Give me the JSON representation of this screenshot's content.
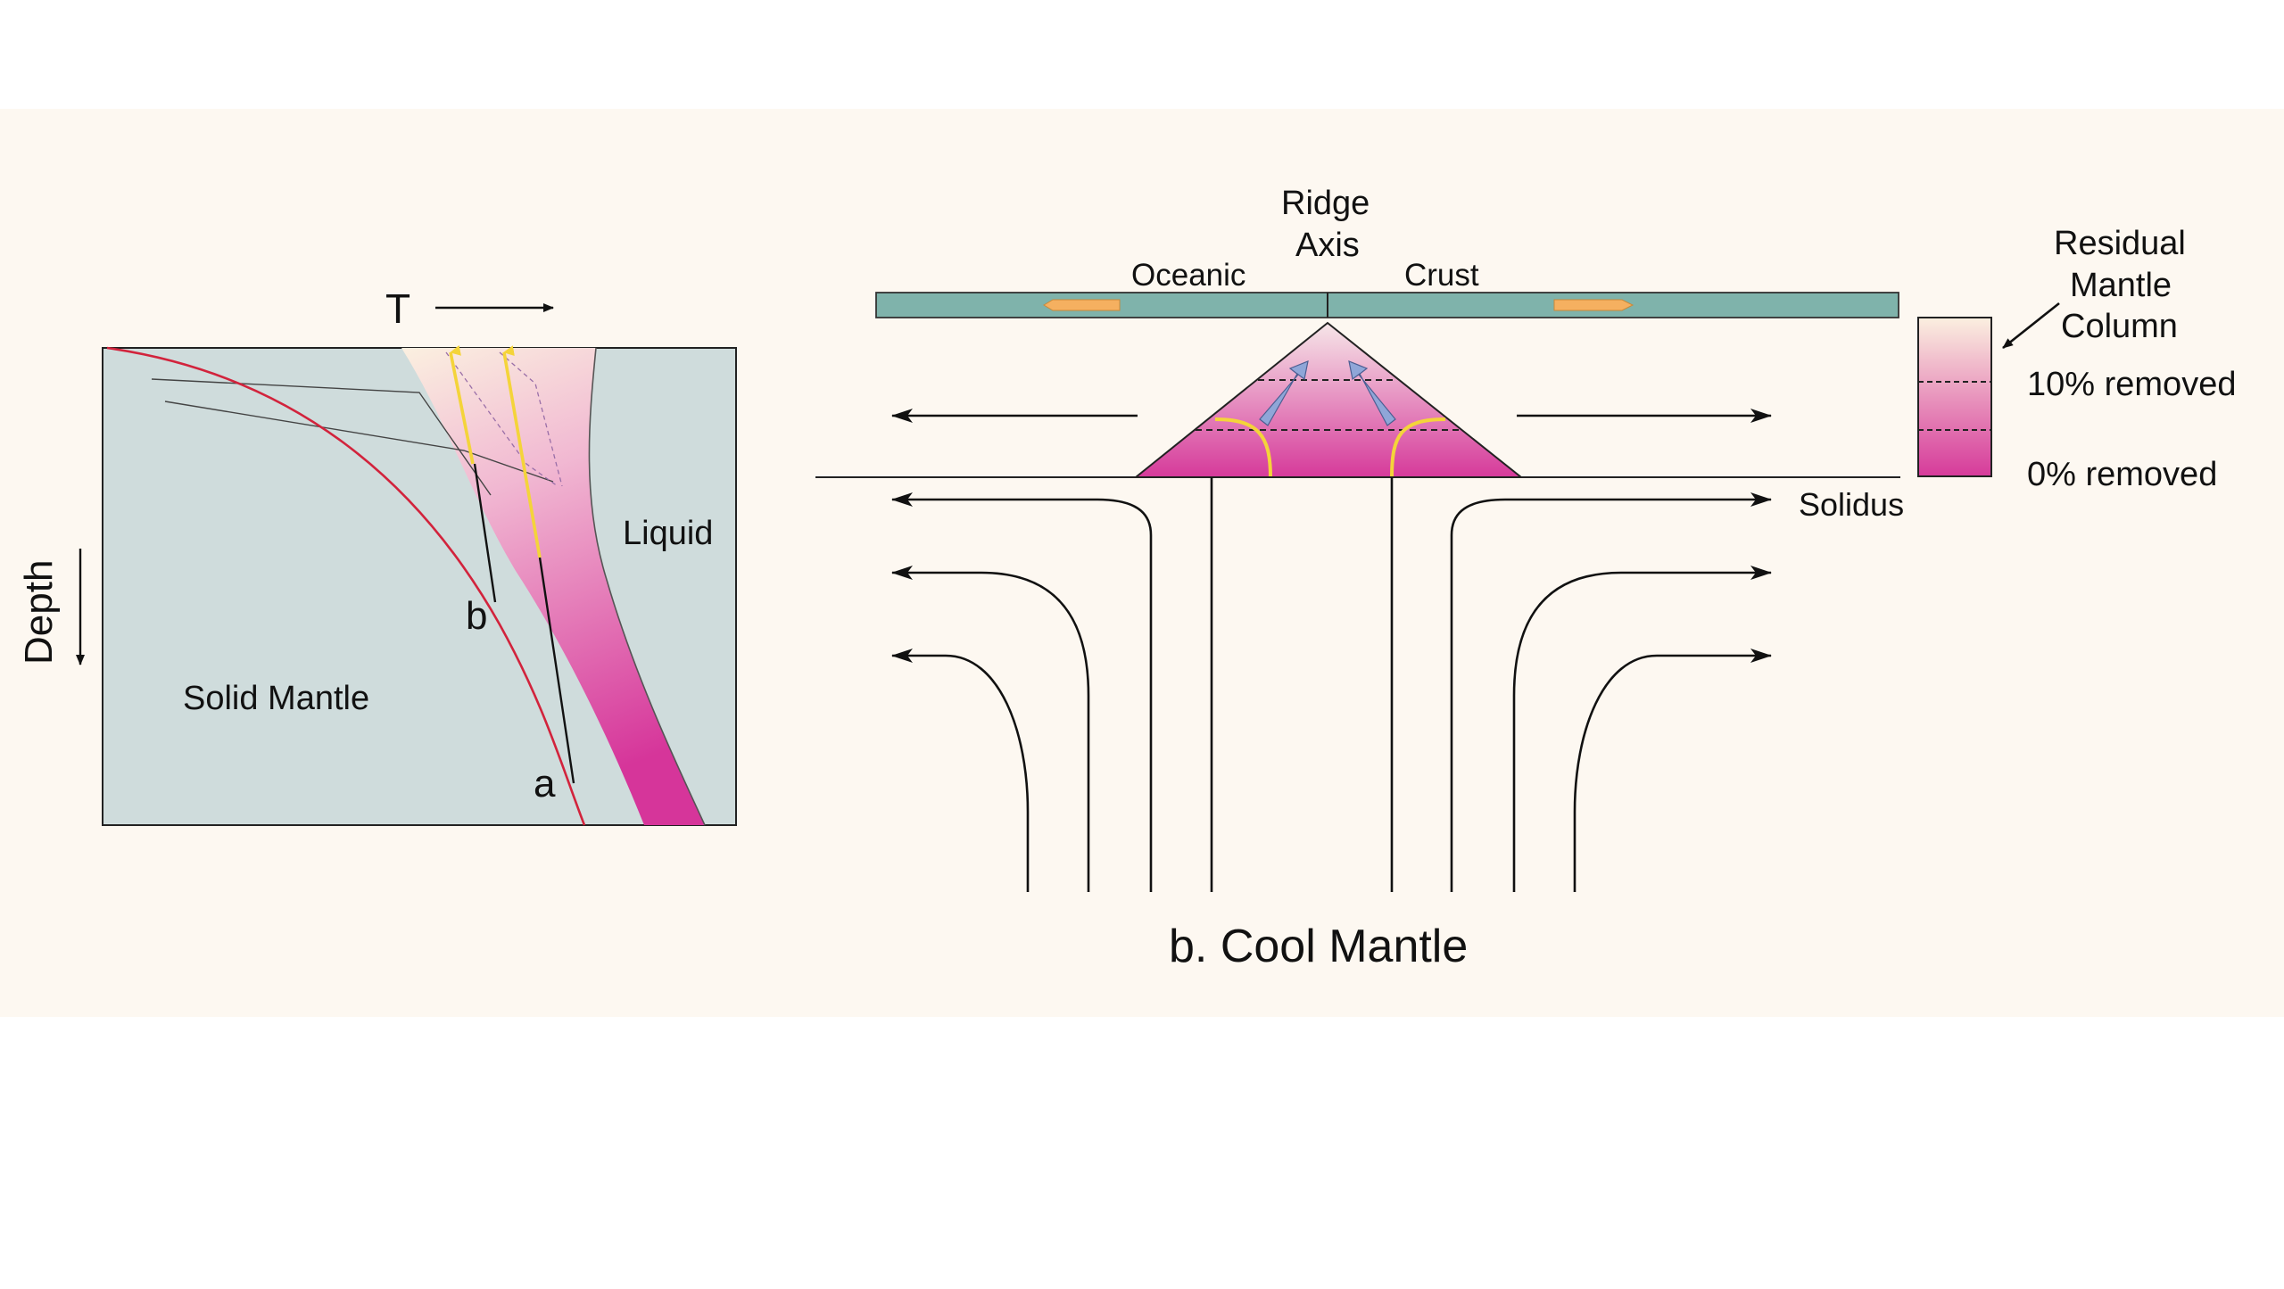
{
  "left_panel": {
    "temperature_label": "T",
    "depth_label": "Depth",
    "liquid_label": "Liquid",
    "solid_label": "Solid Mantle",
    "point_a": "a",
    "point_b": "b"
  },
  "right_panel": {
    "ridge_label_line1": "Ridge",
    "ridge_label_line2": "Axis",
    "oceanic_label": "Oceanic",
    "crust_label": "Crust",
    "solidus_label": "Solidus",
    "caption": "b. Cool Mantle"
  },
  "legend": {
    "title_line1": "Residual",
    "title_line2": "Mantle",
    "title_line3": "Column",
    "mark_10": "10% removed",
    "mark_0": "0% removed"
  },
  "colors": {
    "panel_bg": "#fdf8f1",
    "solid_fill": "#cfdcdc",
    "crust_fill": "#7fb3ab",
    "magenta": "#d63a9a",
    "cream": "#fbf0e0",
    "solidus_red": "#d2233c",
    "arrow_orange": "#f5b060",
    "arrow_blue": "#8fa6d8",
    "yellow": "#f4d43a"
  }
}
